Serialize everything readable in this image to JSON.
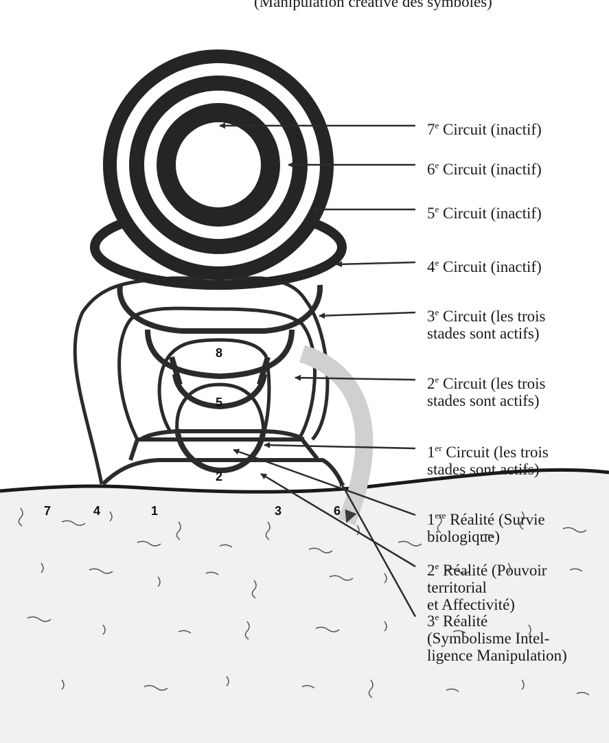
{
  "header_text": "(Manipulation créative des symboles)",
  "circuit_labels": [
    {
      "ord": "7",
      "sup": "e",
      "rest": " Circuit (inactif)"
    },
    {
      "ord": "6",
      "sup": "e",
      "rest": " Circuit (inactif)"
    },
    {
      "ord": "5",
      "sup": "e",
      "rest": " Circuit (inactif)"
    },
    {
      "ord": "4",
      "sup": "e",
      "rest": " Circuit (inactif)"
    },
    {
      "ord": "3",
      "sup": "e",
      "rest": " Circuit (les trois",
      "line2": "stades sont actifs)"
    },
    {
      "ord": "2",
      "sup": "e",
      "rest": " Circuit (les trois",
      "line2": "stades sont actifs)"
    },
    {
      "ord": "1",
      "sup": "er",
      "rest": " Circuit (les trois",
      "line2": "stades sont actifs)"
    }
  ],
  "reality_labels": [
    {
      "ord": "1",
      "sup": "ere",
      "rest": " Réalité (Survie",
      "line2": "biologique)"
    },
    {
      "ord": "2",
      "sup": "e",
      "rest": " Réalité (Pouvoir",
      "line2": "territorial",
      "line3": "et Affectivité)"
    },
    {
      "ord": "3",
      "sup": "e",
      "rest": " Réalité",
      "line2": "(Symbolisme Intel-",
      "line3": "ligence Manipulation)"
    }
  ],
  "stage_numbers": [
    "1",
    "2",
    "3",
    "4",
    "5",
    "6",
    "7",
    "8"
  ],
  "colors": {
    "ink": "#2b2b2b",
    "dark_ring": "#252525",
    "grey_arrow": "#d0d0d0",
    "paper": "#ffffff"
  }
}
